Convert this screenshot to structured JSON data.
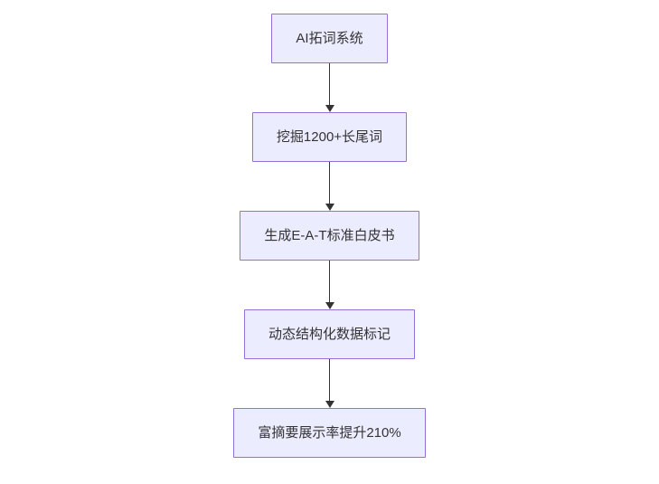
{
  "diagram": {
    "type": "flowchart",
    "direction": "top-down",
    "nodes": [
      {
        "id": "A",
        "label": "AI拓词系统"
      },
      {
        "id": "B",
        "label": "挖掘1200+长尾词"
      },
      {
        "id": "C",
        "label": "生成E-A-T标准白皮书"
      },
      {
        "id": "D",
        "label": "动态结构化数据标记"
      },
      {
        "id": "E",
        "label": "富摘要展示率提升210%"
      }
    ],
    "edges": [
      {
        "from": "A",
        "to": "B"
      },
      {
        "from": "B",
        "to": "C"
      },
      {
        "from": "C",
        "to": "D"
      },
      {
        "from": "D",
        "to": "E"
      }
    ],
    "colors": {
      "node_fill": "#ececff",
      "node_border": "#9370db",
      "node_text": "#333333",
      "arrow": "#333333",
      "background": "#ffffff"
    }
  }
}
